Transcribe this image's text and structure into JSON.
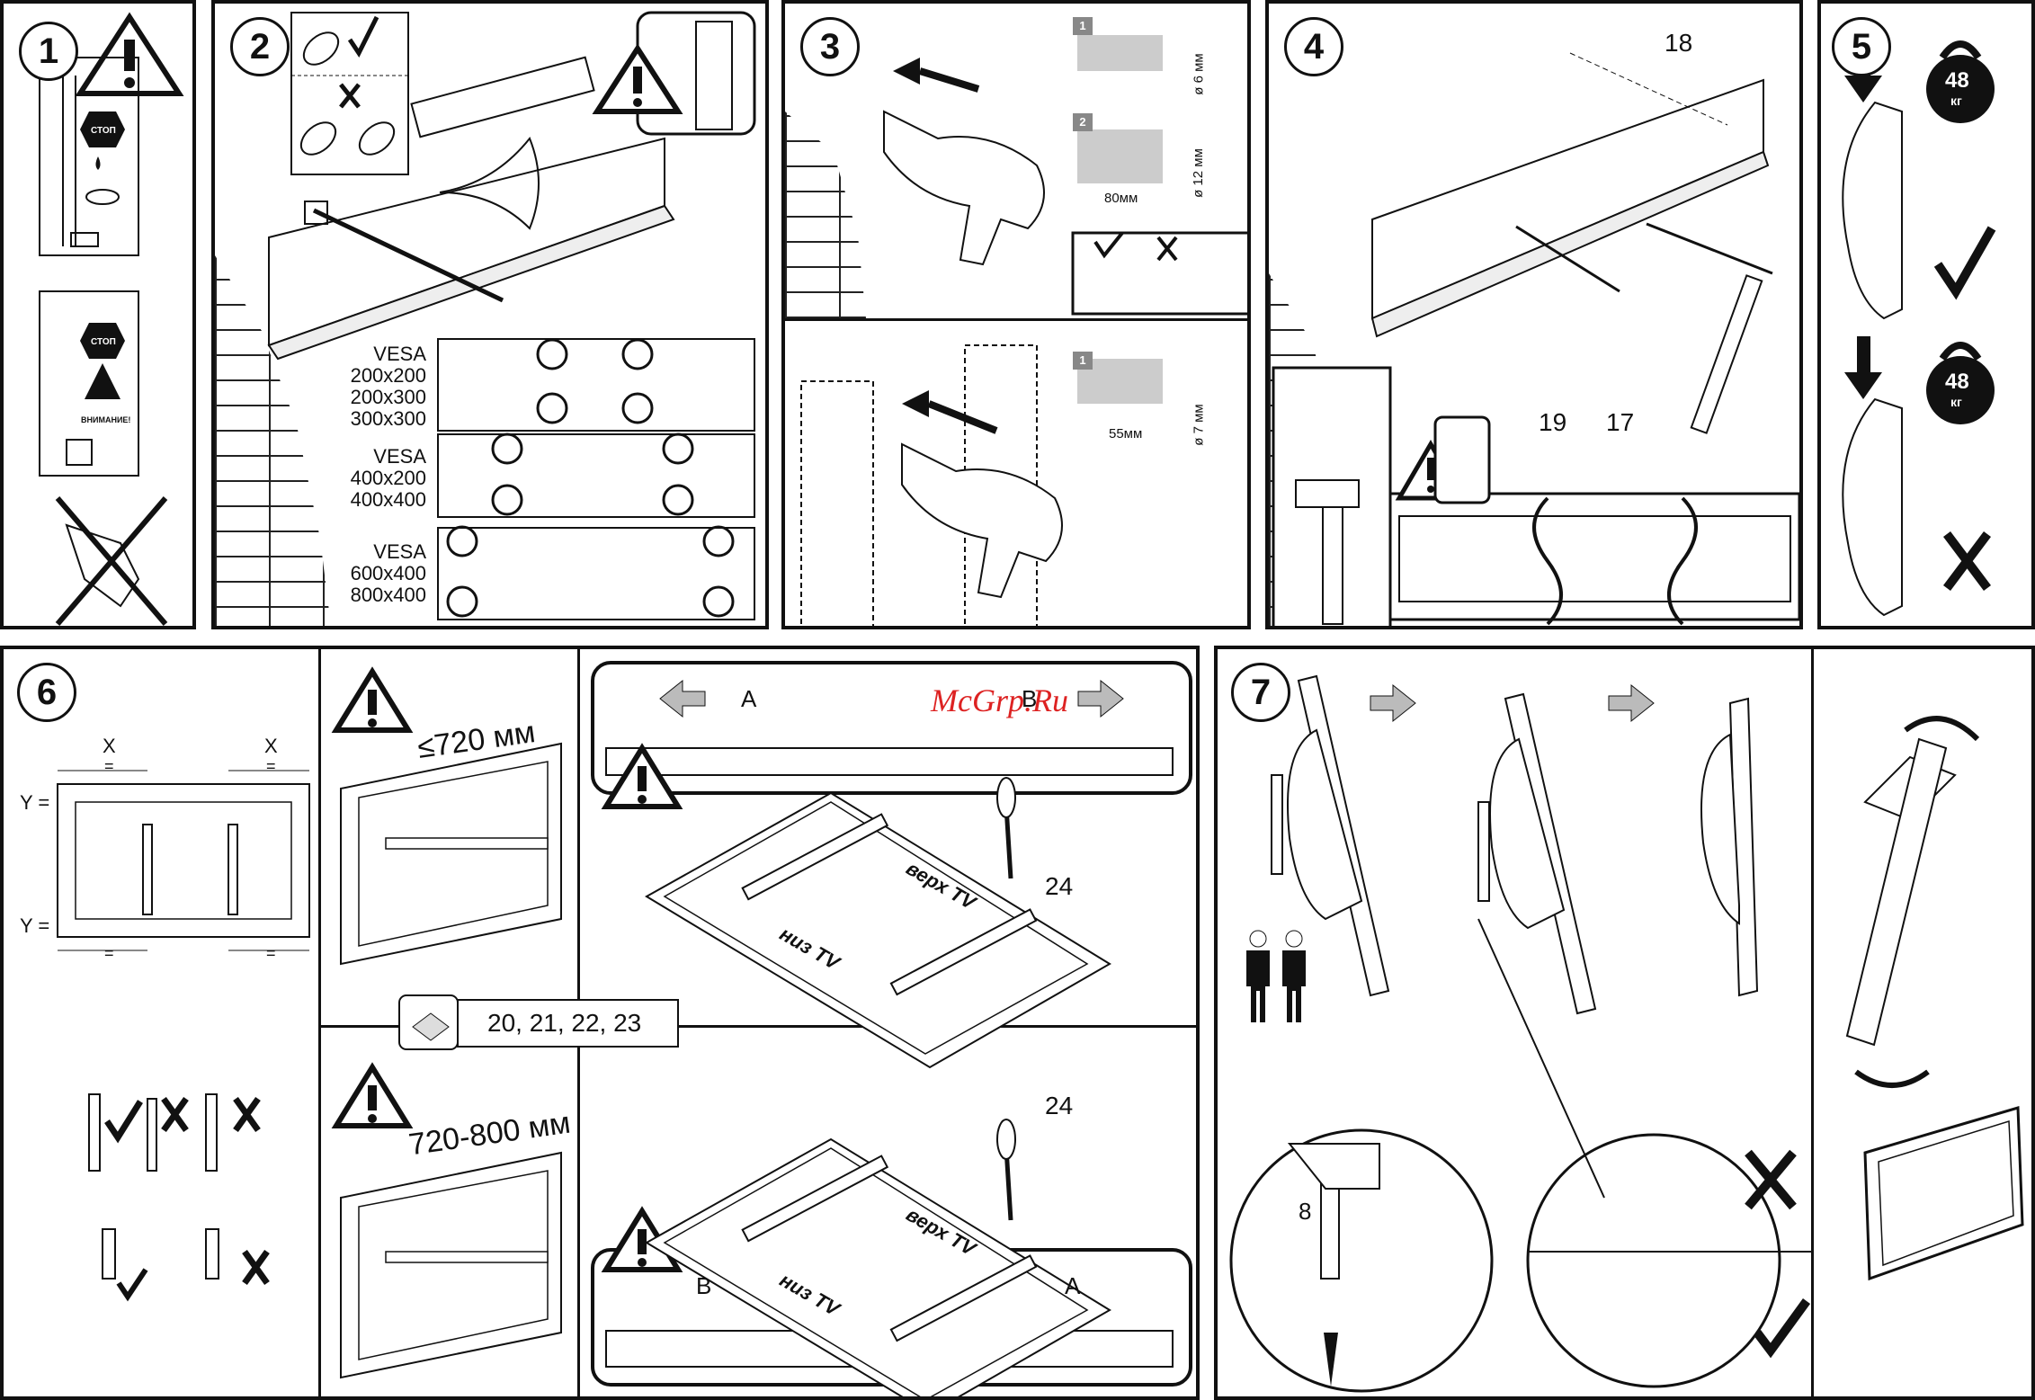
{
  "steps": [
    {
      "number": "1"
    },
    {
      "number": "2"
    },
    {
      "number": "3"
    },
    {
      "number": "4"
    },
    {
      "number": "5"
    },
    {
      "number": "6"
    },
    {
      "number": "7"
    }
  ],
  "step1": {
    "stop_sign_1": "СТОП",
    "stop_sign_2": "СТОП",
    "warning_label": "ВНИМАНИЕ!"
  },
  "step2": {
    "vesa_groups": [
      {
        "title": "VESA",
        "sizes": [
          "200x200",
          "200x300",
          "300x300"
        ]
      },
      {
        "title": "VESA",
        "sizes": [
          "400x200",
          "400x400"
        ]
      },
      {
        "title": "VESA",
        "sizes": [
          "600x400",
          "800x400"
        ]
      }
    ]
  },
  "step3": {
    "badge1": "1",
    "badge2": "2",
    "badge3": "1",
    "depth1": "80мм",
    "diameter1": "ø 6 мм",
    "diameter2": "ø 12 мм",
    "depth2": "55мм",
    "diameter3": "ø 7 мм"
  },
  "step4": {
    "part_18": "18",
    "part_19": "19",
    "part_17": "17"
  },
  "step5": {
    "weight_top": "48",
    "unit_top": "кг",
    "weight_bottom": "48",
    "unit_bottom": "кг"
  },
  "step6": {
    "x_left": "X",
    "x_right": "X",
    "eq_marks": [
      "=",
      "=",
      "=",
      "="
    ],
    "y_top": "Y =",
    "y_bottom": "Y =",
    "dist_top": "≤720 мм",
    "dist_bottom": "720-800 мм",
    "label_a_top": "A",
    "label_b_top": "B",
    "label_b_bottom": "B",
    "label_a_bottom": "A",
    "tv_top_1": "верх TV",
    "tv_bottom_1": "низ TV",
    "tv_top_2": "верх TV",
    "tv_bottom_2": "низ TV",
    "parts_list": "20, 21, 22, 23",
    "part_24_top": "24",
    "part_24_bottom": "24"
  },
  "step7": {
    "part_8": "8"
  },
  "watermark": "McGrp.Ru",
  "colors": {
    "ink": "#111111",
    "gray": "#cccccc",
    "arrow_gray": "#bbbbbb",
    "watermark": "#dd2222"
  }
}
